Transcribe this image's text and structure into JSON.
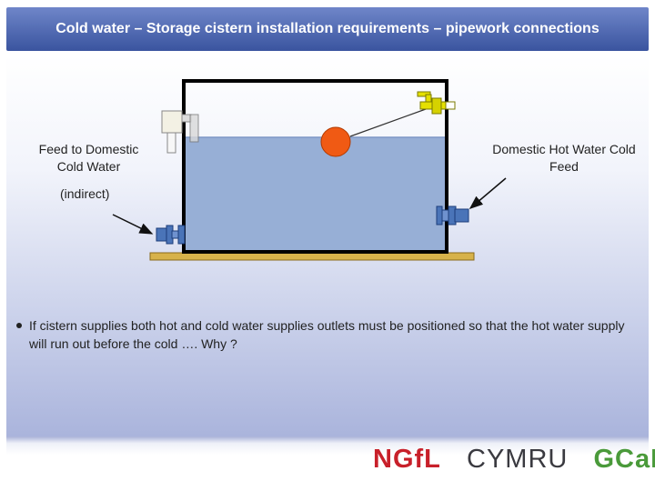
{
  "slide": {
    "title": "Cold water – Storage cistern installation requirements – pipework connections"
  },
  "diagram": {
    "left_label_line1": "Feed to Domestic",
    "left_label_line2": "Cold Water",
    "left_label_line3": "(indirect)",
    "right_label_line1": "Domestic Hot Water Cold",
    "right_label_line2": "Feed"
  },
  "bullets": [
    "If cistern supplies both hot and cold water supplies outlets must be positioned so that the hot water supply will run out before the cold …. Why ?"
  ],
  "logo": {
    "part1": "NGfL",
    "part2": "CYMRU",
    "part3": "GCaD",
    "colors": {
      "red": "#c8202a",
      "dark": "#3a3a40",
      "green": "#4a9a3a"
    }
  },
  "colors": {
    "title_bar": "#3a549f",
    "water": "#97afd6",
    "float_ball": "#f05a14",
    "base_board": "#d7b24a",
    "valve": "#4a74b8"
  }
}
